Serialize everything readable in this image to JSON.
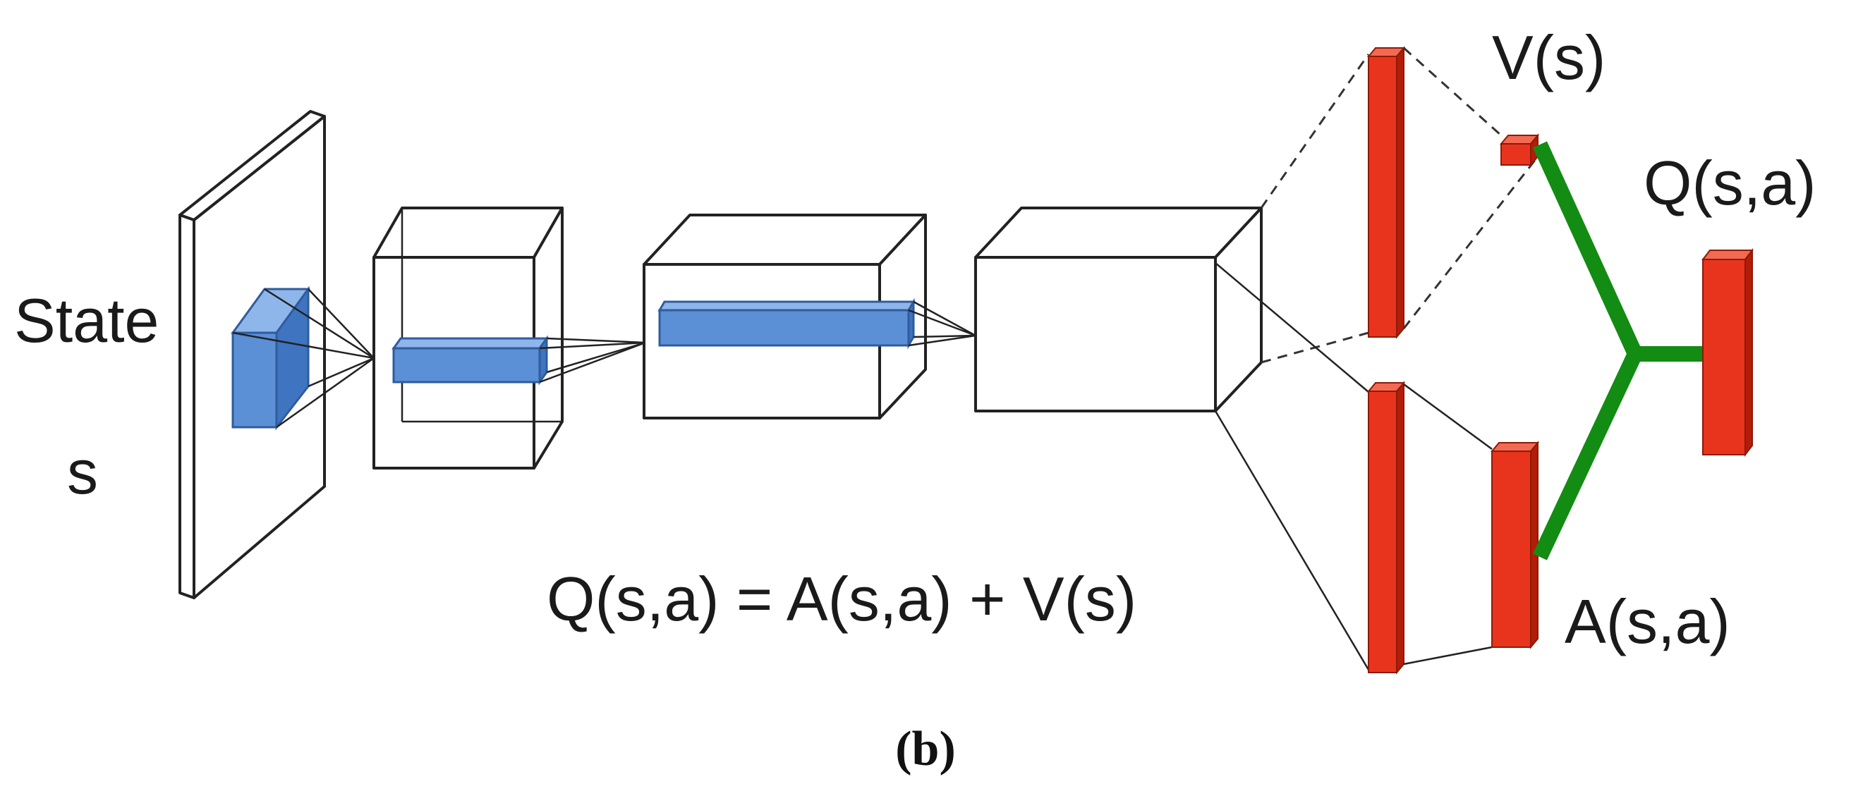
{
  "labels": {
    "state": "State",
    "s": "s",
    "v_s": "V(s)",
    "q_sa": "Q(s,a)",
    "a_sa": "A(s,a)",
    "equation": "Q(s,a) = A(s,a) + V(s)",
    "caption": "(b)"
  },
  "colors": {
    "kernel_blue": "#5b8fd6",
    "fc_red": "#e8341c",
    "aggregation_green": "#128c12"
  }
}
